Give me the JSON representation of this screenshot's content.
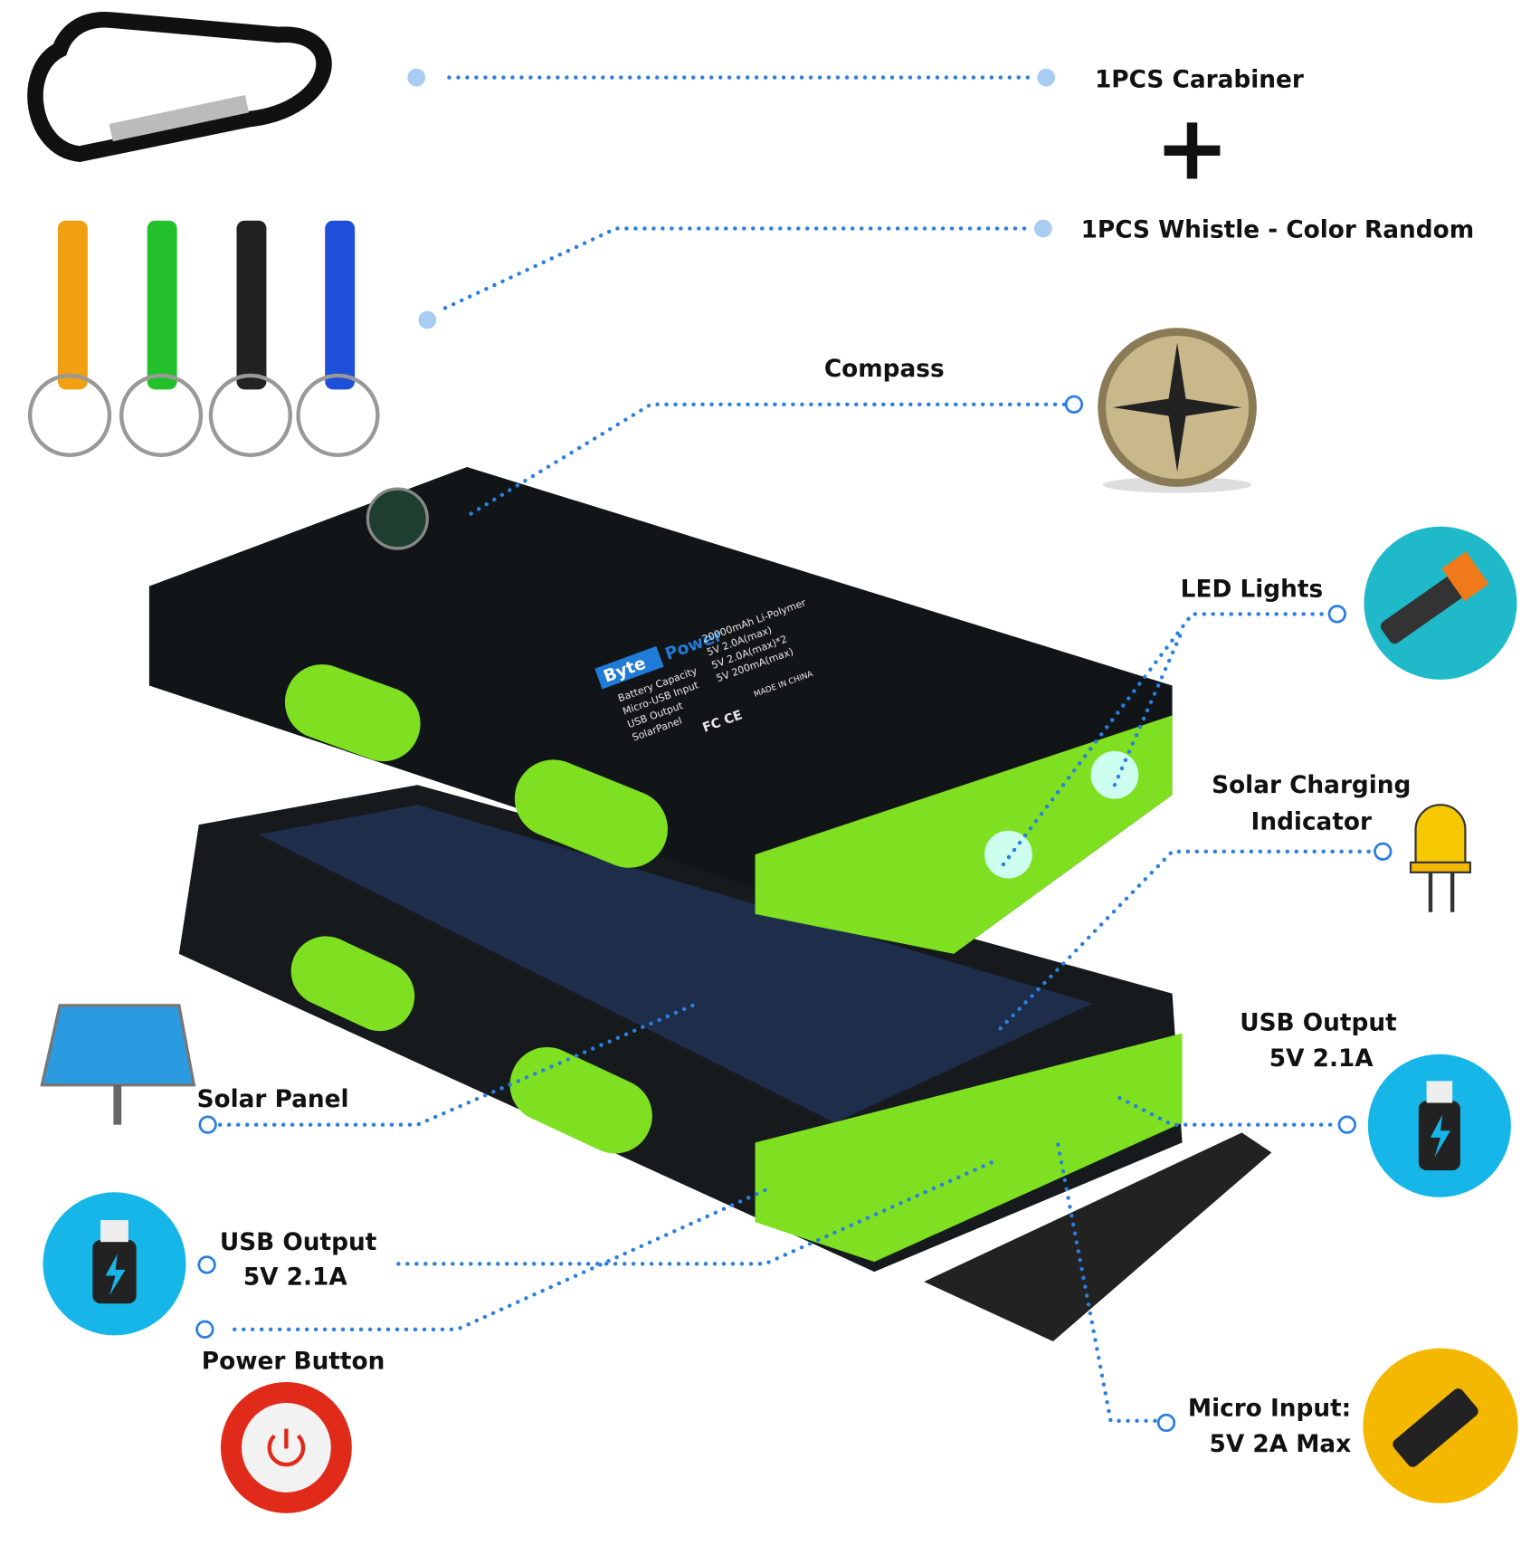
{
  "labels": {
    "carabiner": "1PCS Carabiner",
    "plus": "+",
    "whistle": "1PCS Whistle - Color Random",
    "compass": "Compass",
    "led": "LED Lights",
    "solar_indicator_1": "Solar Charging",
    "solar_indicator_2": "Indicator",
    "usb_right_1": "USB Output",
    "usb_right_2": "5V 2.1A",
    "solar_panel": "Solar Panel",
    "usb_left_1": "USB Output",
    "usb_left_2": "5V 2.1A",
    "power": "Power Button",
    "micro_1": "Micro Input:",
    "micro_2": "5V 2A Max"
  },
  "device": {
    "brand_1": "Byte",
    "brand_2": "Power",
    "specs_left": [
      "Battery Capacity",
      "Micro-USB Input",
      "USB Output",
      "SolarPanel"
    ],
    "specs_right": [
      "20000mAh Li-Polymer",
      "5V 2.0A(max)",
      "5V 2.0A(max)*2",
      "5V 200mA(max)"
    ],
    "made_in": "MADE IN CHINA",
    "marks": "FC CE"
  },
  "colors": {
    "accent_green": "#7ee021",
    "line_blue": "#2a7fe0",
    "icon_cyan": "#16b7e8",
    "icon_teal": "#1fb9c9",
    "icon_yellow": "#f5b800",
    "power_red": "#e02a1a"
  },
  "whistle_colors": [
    "#f0a010",
    "#22c02a",
    "#222222",
    "#1d4fd8"
  ]
}
